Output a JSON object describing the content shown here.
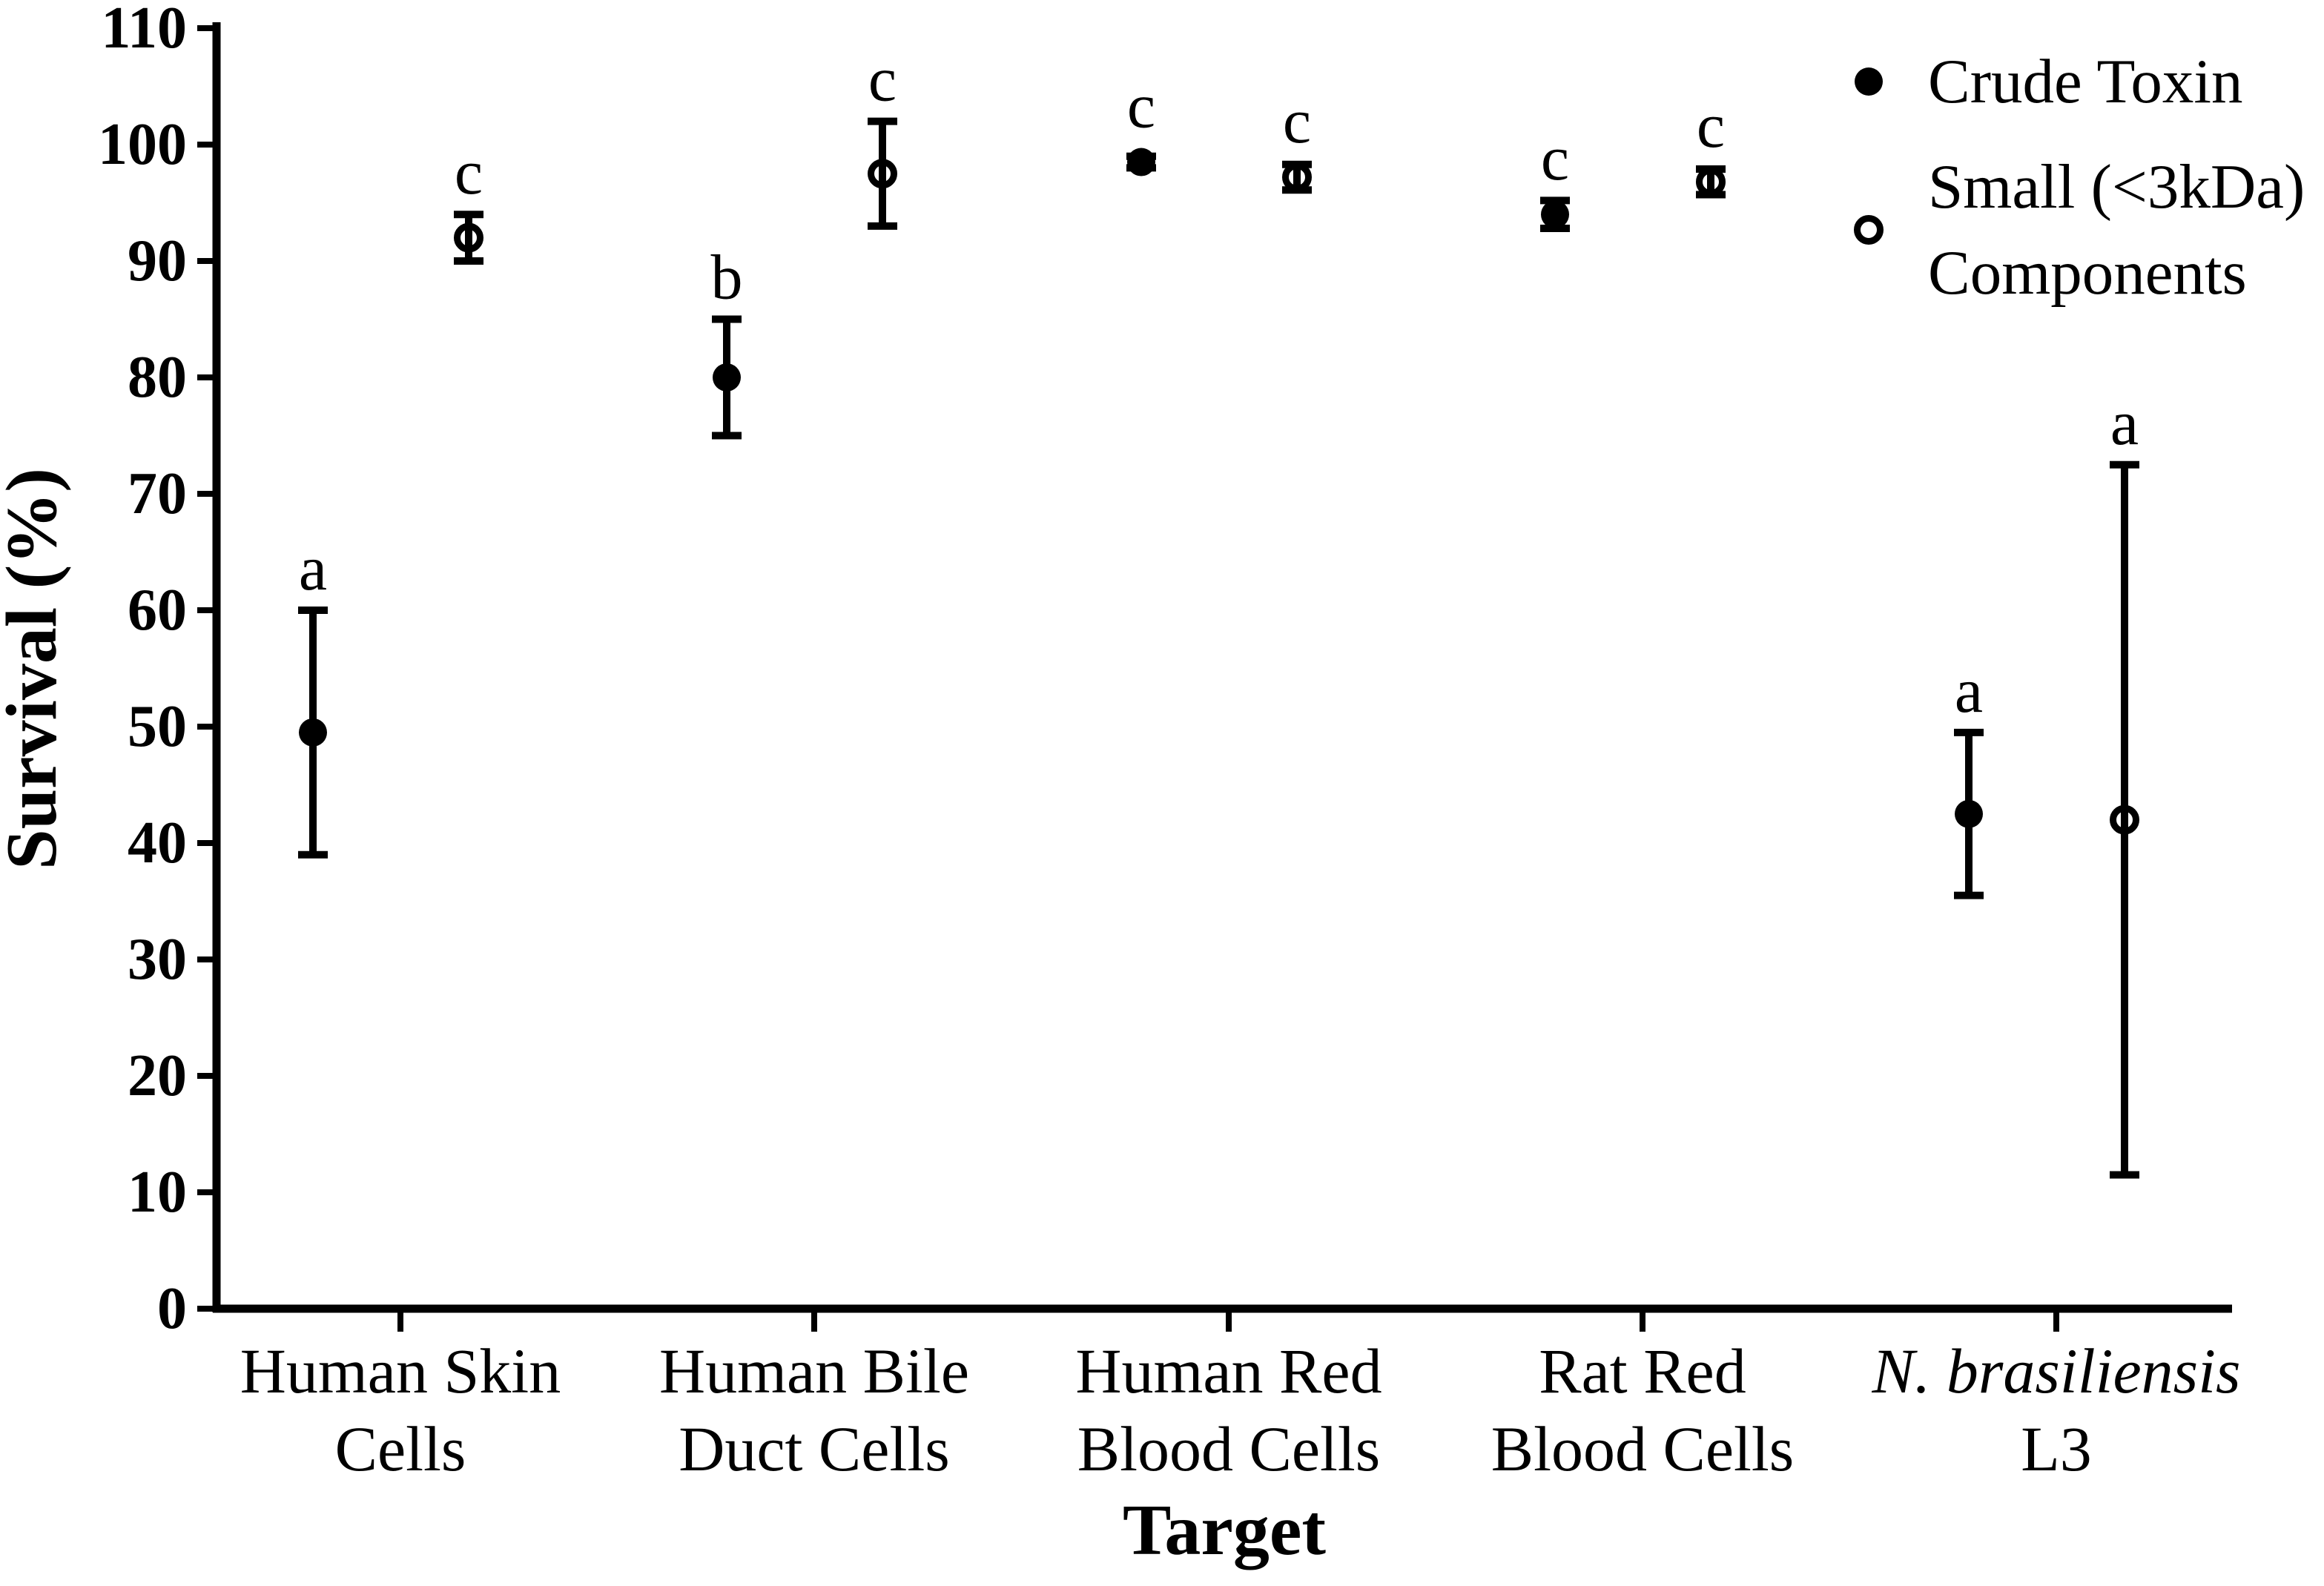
{
  "figure": {
    "background": "#ffffff",
    "foreground": "#000000"
  },
  "chart_data": {
    "type": "scatter",
    "title": "",
    "xlabel": "Target",
    "ylabel": "Survival (%)",
    "ylim": [
      0,
      110
    ],
    "ytick_step": 10,
    "ytick_labels": [
      "0",
      "10",
      "20",
      "30",
      "40",
      "50",
      "60",
      "70",
      "80",
      "90",
      "100",
      "110"
    ],
    "grid": false,
    "legend_position": "top-right",
    "categories": [
      {
        "label_lines": [
          "Human Skin",
          "Cells"
        ],
        "italic_lines": [
          false,
          false
        ]
      },
      {
        "label_lines": [
          "Human Bile",
          "Duct Cells"
        ],
        "italic_lines": [
          false,
          false
        ]
      },
      {
        "label_lines": [
          "Human Red",
          "Blood Cells"
        ],
        "italic_lines": [
          false,
          false
        ]
      },
      {
        "label_lines": [
          "Rat Red",
          "Blood Cells"
        ],
        "italic_lines": [
          false,
          false
        ]
      },
      {
        "label_lines": [
          "N. brasiliensis",
          "L3"
        ],
        "italic_lines": [
          true,
          false
        ]
      }
    ],
    "series": [
      {
        "name": "Crude Toxin",
        "legend_lines": [
          "Crude Toxin"
        ],
        "marker": "filled-circle",
        "values": [
          49.5,
          80,
          98.5,
          94,
          42.5
        ],
        "errors": [
          10.5,
          5,
          0.5,
          1.2,
          7
        ],
        "letters": [
          "a",
          "b",
          "c",
          "c",
          "a"
        ]
      },
      {
        "name": "Small (<3kDa) Components",
        "legend_lines": [
          "Small (<3kDa)",
          "Components"
        ],
        "marker": "open-circle",
        "values": [
          92,
          97.5,
          97.2,
          96.8,
          42
        ],
        "errors": [
          2,
          4.5,
          1.1,
          1.1,
          30.5
        ],
        "letters": [
          "c",
          "c",
          "c",
          "c",
          "a"
        ]
      }
    ],
    "colors": {
      "points": "#000000",
      "axis": "#000000",
      "background": "#ffffff"
    }
  }
}
